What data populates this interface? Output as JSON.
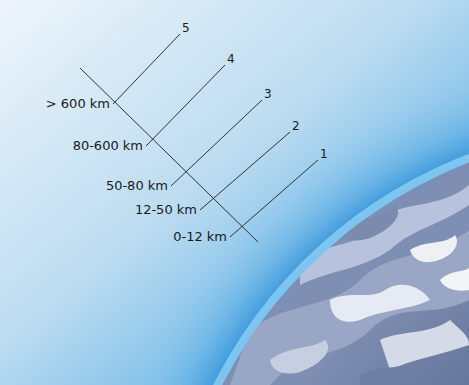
{
  "diagram": {
    "labels": [
      "5",
      "4",
      "3",
      "2",
      "1",
      "> 600 km",
      "80-600 km",
      "50-80 km",
      "12-50 km",
      "0-12 km"
    ]
  }
}
